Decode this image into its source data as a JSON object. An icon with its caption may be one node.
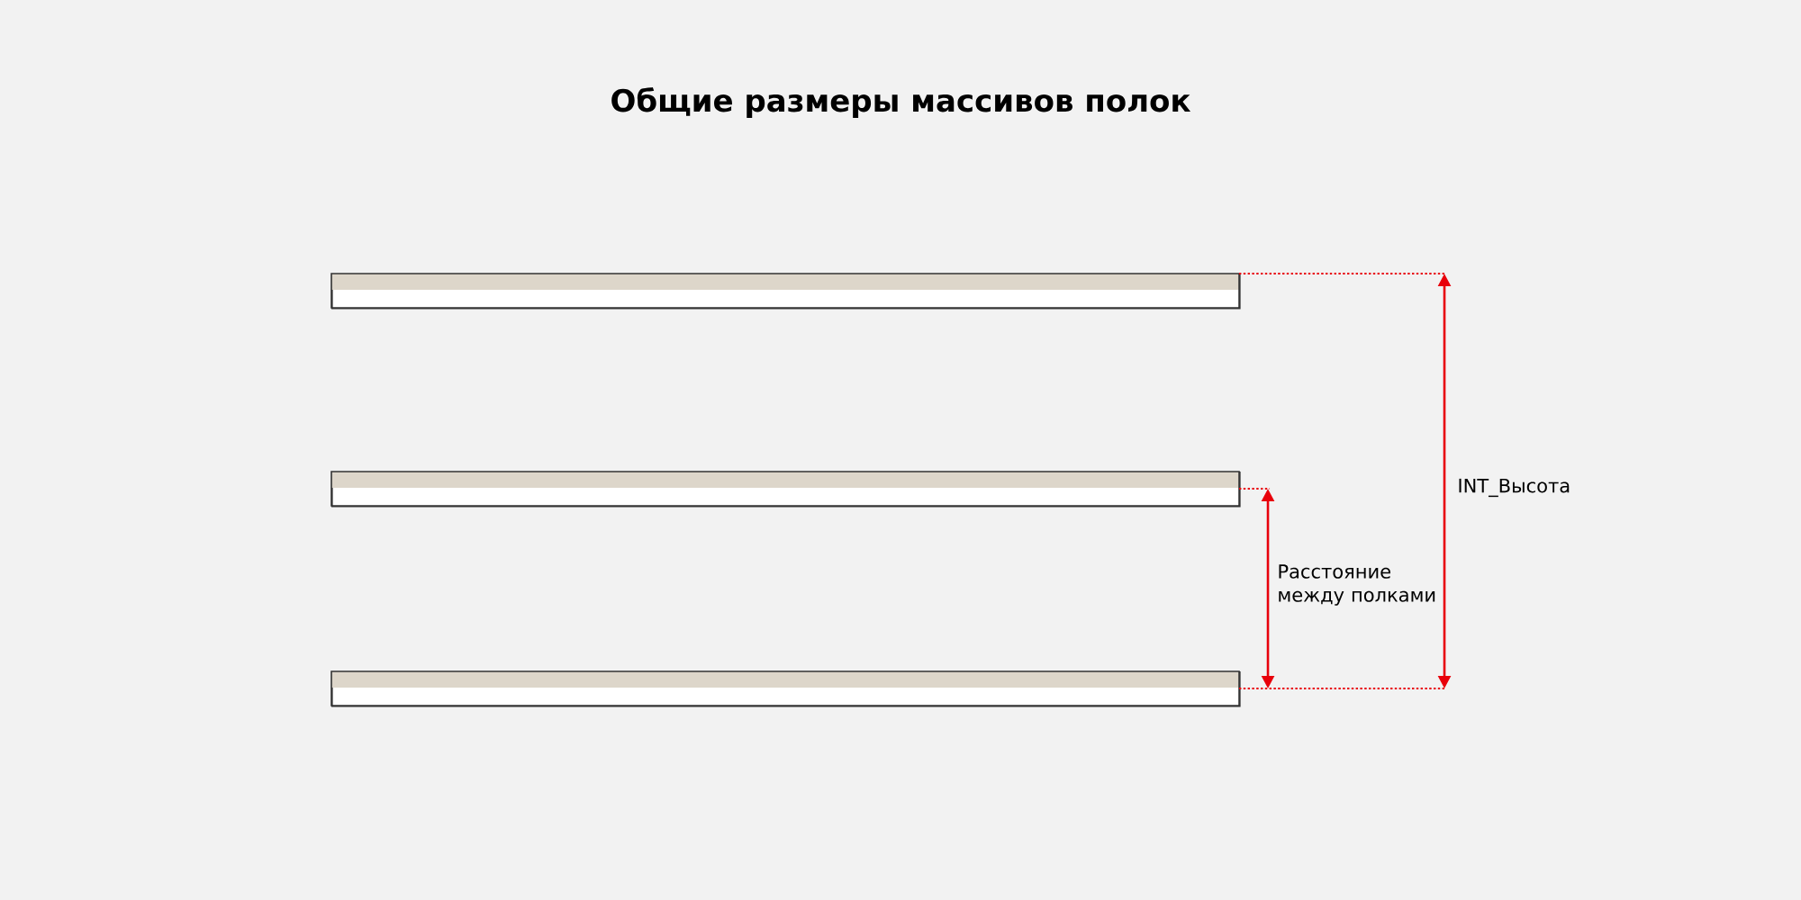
{
  "diagram": {
    "title": "Общие размеры массивов полок",
    "nodes": [
      {
        "text": [],
        "shape": "bar"
      },
      {
        "text": [],
        "shape": "bar"
      },
      {
        "text": [],
        "shape": "bar"
      }
    ],
    "labels": [
      "INT_Высота",
      "Расстояние между полками"
    ]
  }
}
